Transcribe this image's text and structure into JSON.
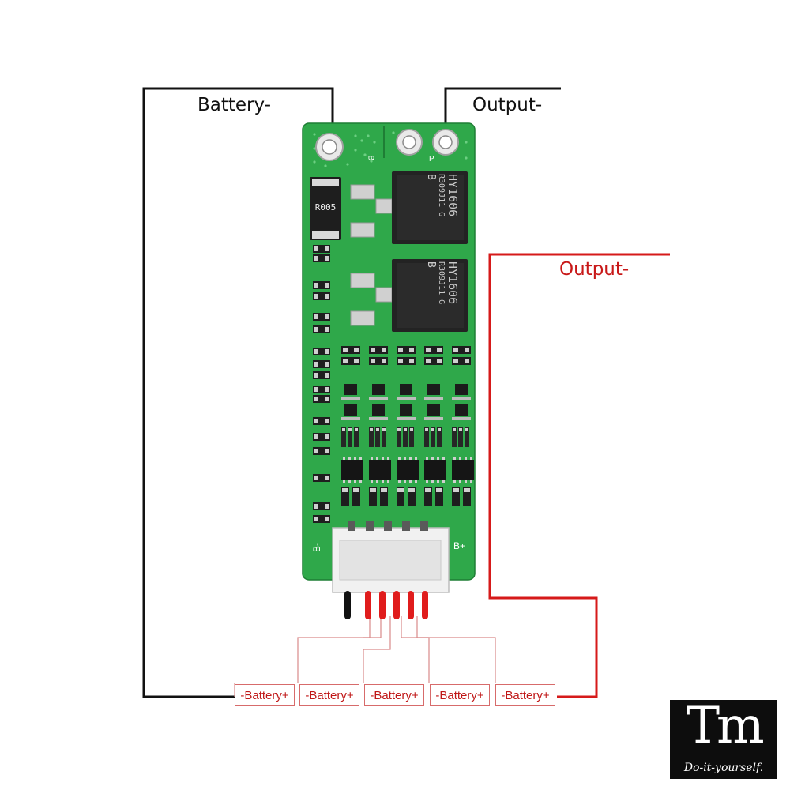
{
  "labels": {
    "battery_minus": "Battery-",
    "output_minus_black": "Output-",
    "output_minus_red": "Output-"
  },
  "battery_cells": [
    "-Battery+",
    "-Battery+",
    "-Battery+",
    "-Battery+",
    "-Battery+"
  ],
  "board": {
    "shunt_marking": "R005",
    "mosfet_top_line1": "HY1606",
    "mosfet_top_line2": "R309J11 G",
    "mosfet_top_grade": "B",
    "mosfet_bottom_line1": "HY1606",
    "mosfet_bottom_line2": "R309J11 G",
    "mosfet_bottom_grade": "B",
    "pad_b_minus": "B-",
    "pad_p": "P",
    "corner_b_minus": "B-",
    "corner_b_plus": "B+"
  },
  "logo": {
    "mark": "Tm",
    "tagline": "Do-it-yourself."
  },
  "colors": {
    "wire_black": "#111111",
    "wire_red": "#d61a1a",
    "pcb_green": "#2fa84a",
    "label_red": "#c81818"
  }
}
